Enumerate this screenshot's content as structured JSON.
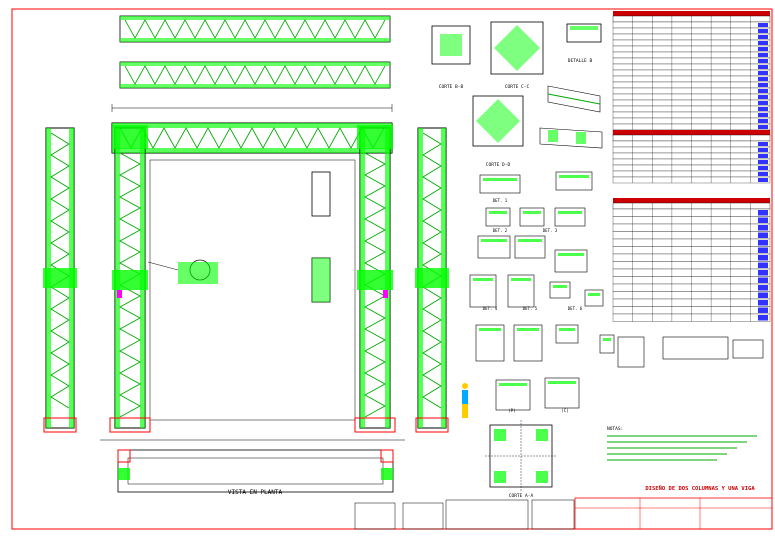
{
  "colors": {
    "border": "#ff0000",
    "steel": "#00ff00",
    "line": "#000000",
    "accent_red": "#ff0000",
    "accent_blue": "#0000ff",
    "accent_cyan": "#00ffff",
    "accent_yellow": "#ffcc00",
    "accent_magenta": "#ff00ff",
    "table_header": "#cc0000",
    "table_body": "#ffffff",
    "badge_blue": "#3333ff"
  },
  "sheet": {
    "frame_labels": [],
    "main_views": {
      "plan_view_label": "VISTA EN PLANTA"
    },
    "section_labels": {
      "sec_b": "CORTE B-B",
      "sec_c": "CORTE C-C",
      "sec_d": "CORTE D-D",
      "sec_a": "CORTE A-A",
      "det_b": "DETALLE B",
      "det_1": "DET. 1",
      "det_2": "DET. 2",
      "det_3": "DET. 3",
      "det_4": "DET. 4",
      "det_5": "DET. 5",
      "det_6": "DET. 6",
      "det_7": "(P)",
      "det_8": "(C)"
    },
    "title_block": {
      "title": "DISEÑO DE DOS COLUMNAS Y UNA VIGA",
      "notes_heading": "NOTAS:"
    }
  },
  "tables": {
    "table1": {
      "rows": 19,
      "cols": 8
    },
    "table2": {
      "rows": 7,
      "cols": 8
    },
    "table3": {
      "rows": 15,
      "cols": 8
    }
  }
}
